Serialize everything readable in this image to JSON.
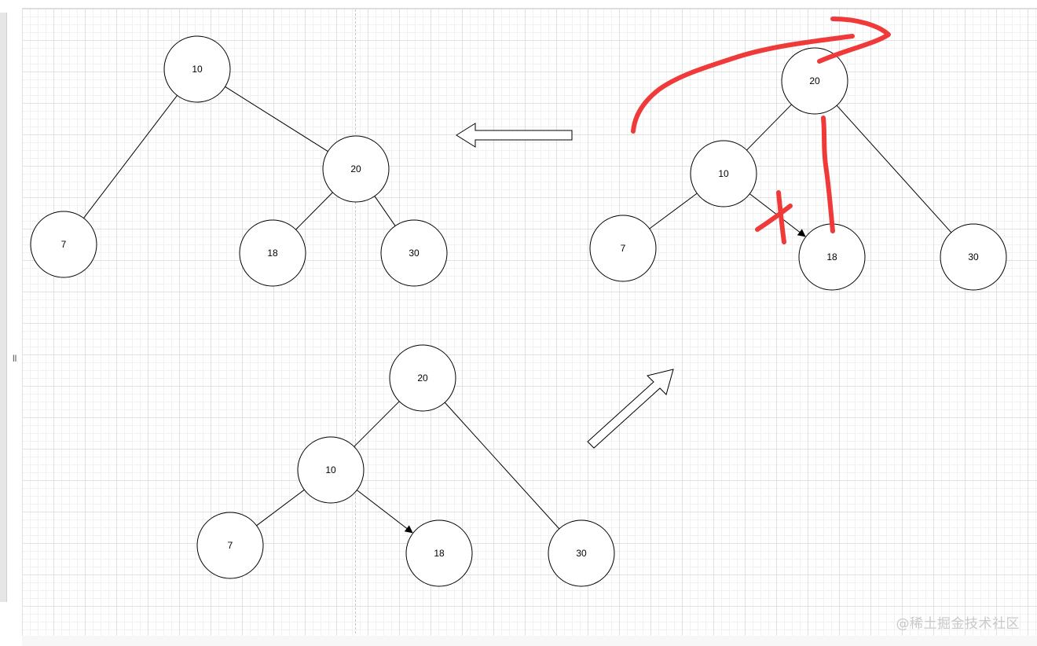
{
  "trees": [
    {
      "id": "tree-top-left",
      "nodes": [
        {
          "id": "n10",
          "label": "10"
        },
        {
          "id": "n20",
          "label": "20"
        },
        {
          "id": "n7",
          "label": "7"
        },
        {
          "id": "n18",
          "label": "18"
        },
        {
          "id": "n30",
          "label": "30"
        }
      ],
      "edges": [
        {
          "from": "n10",
          "to": "n7"
        },
        {
          "from": "n10",
          "to": "n20"
        },
        {
          "from": "n20",
          "to": "n18"
        },
        {
          "from": "n20",
          "to": "n30"
        }
      ]
    },
    {
      "id": "tree-top-right",
      "nodes": [
        {
          "id": "n20",
          "label": "20"
        },
        {
          "id": "n10",
          "label": "10"
        },
        {
          "id": "n7",
          "label": "7"
        },
        {
          "id": "n18",
          "label": "18"
        },
        {
          "id": "n30",
          "label": "30"
        }
      ],
      "edges": [
        {
          "from": "n20",
          "to": "n10"
        },
        {
          "from": "n20",
          "to": "n30"
        },
        {
          "from": "n10",
          "to": "n7"
        },
        {
          "from": "n10",
          "to": "n18",
          "arrow": true
        }
      ]
    },
    {
      "id": "tree-bottom",
      "nodes": [
        {
          "id": "n20",
          "label": "20"
        },
        {
          "id": "n10",
          "label": "10"
        },
        {
          "id": "n7",
          "label": "7"
        },
        {
          "id": "n18",
          "label": "18"
        },
        {
          "id": "n30",
          "label": "30"
        }
      ],
      "edges": [
        {
          "from": "n20",
          "to": "n10"
        },
        {
          "from": "n20",
          "to": "n30"
        },
        {
          "from": "n10",
          "to": "n7"
        },
        {
          "from": "n10",
          "to": "n18",
          "arrow": true
        }
      ]
    }
  ],
  "block_arrows": [
    {
      "id": "arrow-left",
      "direction": "left"
    },
    {
      "id": "arrow-up-right",
      "direction": "up-right"
    }
  ],
  "annotation_color": "#f03a3a",
  "watermark": "@稀土掘金技术社区",
  "panel_handle": "ll"
}
